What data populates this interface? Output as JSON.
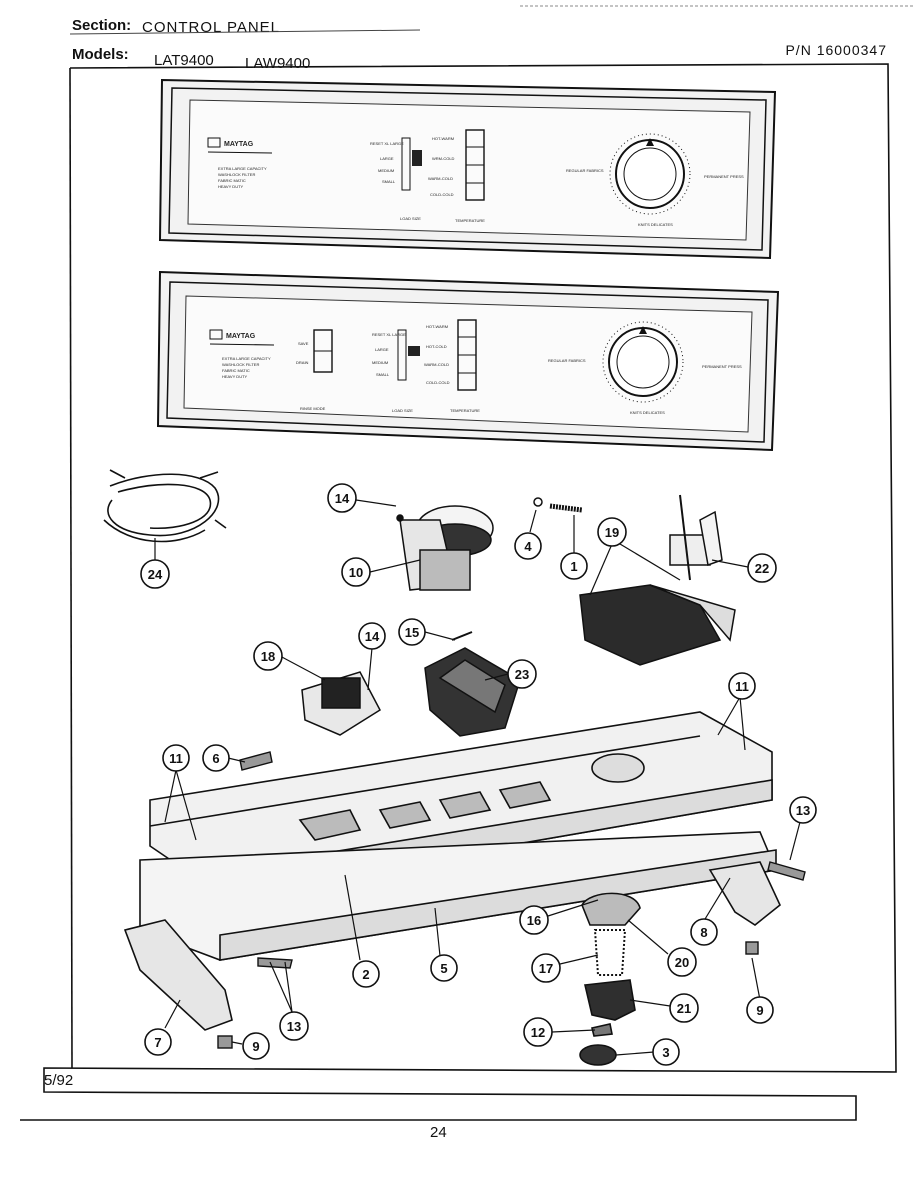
{
  "header": {
    "section_label": "Section:",
    "section_value": "CONTROL PANEL",
    "models_label": "Models:",
    "model_a": "LAT9400",
    "model_b": "LAW9400",
    "part_number": "P/N 16000347"
  },
  "footer": {
    "date": "5/92",
    "page": "24"
  },
  "panels": {
    "brand": "MAYTAG",
    "panel1": {
      "lines": [
        "EXTRA LARGE CAPACITY",
        "WASHLOCK FILTER",
        "FABRIC MATIC",
        "HEAVY DUTY"
      ],
      "size_options": [
        "RESET XL LARGE",
        "LARGE",
        "MEDIUM",
        "SMALL"
      ],
      "temp_options": [
        "HOT-WARM",
        "WRM-COLD",
        "WARM-COLD",
        "COLD-COLD"
      ],
      "size_caption": "LOAD SIZE",
      "temp_caption": "TEMPERATURE",
      "cycle_left": "REGULAR FABRICS",
      "cycle_right": "PERMANENT PRESS",
      "cycle_bottom": "KNITS DELICATES"
    },
    "panel2": {
      "lines": [
        "EXTRA LARGE CAPACITY",
        "WASHLOCK FILTER",
        "FABRIC MATIC",
        "HEAVY DUTY"
      ],
      "mode_options": [
        "SAVE",
        "DRAIN"
      ],
      "mode_caption": "RINSE MODE",
      "size_options": [
        "RESET XL LARGE",
        "LARGE",
        "MEDIUM",
        "SMALL"
      ],
      "temp_options": [
        "HOT-WARM",
        "HOT-COLD",
        "WARM-COLD",
        "COLD-COLD"
      ],
      "size_caption": "LOAD SIZE",
      "temp_caption": "TEMPERATURE",
      "cycle_left": "REGULAR FABRICS",
      "cycle_right": "PERMANENT PRESS",
      "cycle_bottom": "KNITS DELICATES"
    }
  },
  "callouts": [
    {
      "num": "14"
    },
    {
      "num": "10"
    },
    {
      "num": "4"
    },
    {
      "num": "1"
    },
    {
      "num": "19"
    },
    {
      "num": "22"
    },
    {
      "num": "24"
    },
    {
      "num": "15"
    },
    {
      "num": "14"
    },
    {
      "num": "18"
    },
    {
      "num": "23"
    },
    {
      "num": "11"
    },
    {
      "num": "6"
    },
    {
      "num": "11"
    },
    {
      "num": "13"
    },
    {
      "num": "16"
    },
    {
      "num": "8"
    },
    {
      "num": "20"
    },
    {
      "num": "2"
    },
    {
      "num": "5"
    },
    {
      "num": "17"
    },
    {
      "num": "9"
    },
    {
      "num": "13"
    },
    {
      "num": "7"
    },
    {
      "num": "9"
    },
    {
      "num": "21"
    },
    {
      "num": "12"
    },
    {
      "num": "3"
    }
  ]
}
